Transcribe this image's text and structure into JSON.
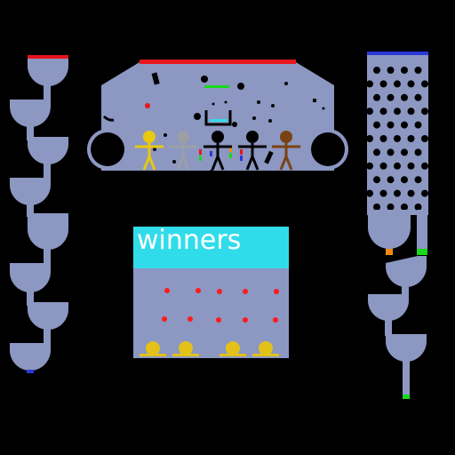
{
  "colors": {
    "background": "#000000",
    "structure": "#8c97c2",
    "banner": "#31dcea",
    "red_marker": "#e8141e",
    "blue_marker": "#2b38d8",
    "green_marker": "#19d81e",
    "orange_marker": "#f08a12",
    "gold": "#e8c90e",
    "hole": "#000000",
    "winner_token": "#e2c218",
    "peg": "#ff1a1a"
  },
  "scene": {
    "left_funnel_chain": {
      "cup_count": 8,
      "top_marker": "red",
      "bottom_marker": "blue"
    },
    "right_pegboard": {
      "top_marker": "blue",
      "outlets": [
        "orange",
        "green"
      ]
    },
    "right_funnel_chain": {
      "cup_count": 4,
      "bottom_marker": "green"
    },
    "arena": {
      "top_marker": "red",
      "gate_marker": "green",
      "wheels": 2,
      "racers": [
        {
          "icon": "stick-figure-icon",
          "color": "#e8c90e"
        },
        {
          "icon": "stick-figure-icon",
          "color": "#9aa0a6"
        },
        {
          "icon": "stick-figure-icon",
          "color": "#000000"
        },
        {
          "icon": "stick-figure-icon",
          "color": "#000000"
        },
        {
          "icon": "stick-figure-icon",
          "color": "#7a4214"
        }
      ]
    },
    "winners_box": {
      "title": "winners",
      "peg_rows": 2,
      "tokens": 4
    }
  }
}
